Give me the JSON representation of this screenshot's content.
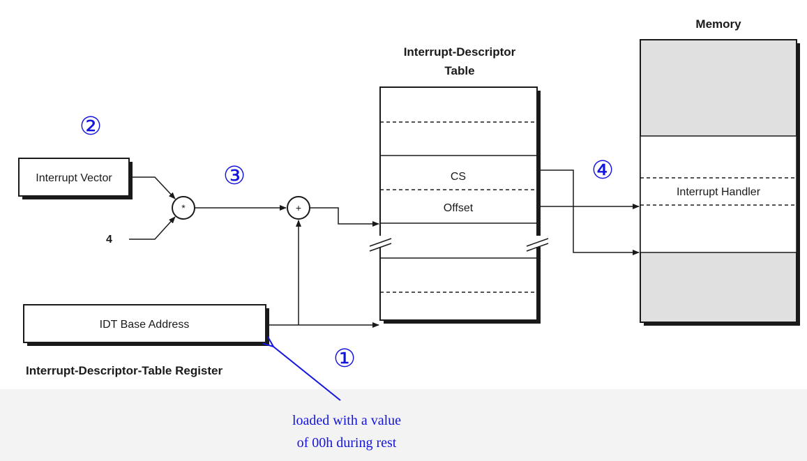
{
  "labels": {
    "memory": "Memory",
    "idt_title_line1": "Interrupt-Descriptor",
    "idt_title_line2": "Table",
    "interrupt_vector": "Interrupt Vector",
    "multiplier": "4",
    "multiply_op": "*",
    "add_op": "+",
    "idt_base_address": "IDT Base Address",
    "idtr_register": "Interrupt-Descriptor-Table Register",
    "cs": "CS",
    "offset": "Offset",
    "interrupt_handler": "Interrupt Handler"
  },
  "steps": {
    "one": "①",
    "two": "②",
    "three": "③",
    "four": "④"
  },
  "annotation": {
    "line1": "loaded with a value",
    "line2": "of 00h during rest"
  },
  "colors": {
    "ink": "#1a1a1a",
    "annotation_blue": "#1414e0",
    "memory_fill": "#e0e0e0",
    "shadow": "#1a1a1a"
  }
}
